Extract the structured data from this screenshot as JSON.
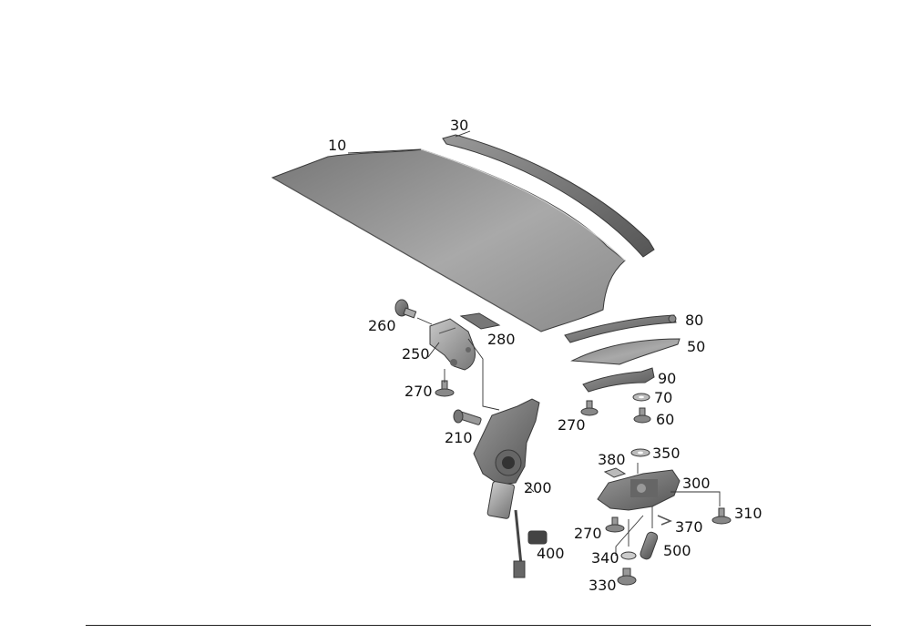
{
  "callouts": {
    "c10": "10",
    "c30": "30",
    "c80": "80",
    "c50": "50",
    "c260": "260",
    "c280": "280",
    "c250": "250",
    "c90": "90",
    "c70": "70",
    "c270a": "270",
    "c270b": "270",
    "c60": "60",
    "c210": "210",
    "c380": "380",
    "c350": "350",
    "c200": "200",
    "c300": "300",
    "c310": "310",
    "c270c": "270",
    "c370": "370",
    "c400": "400",
    "c340": "340",
    "c500": "500",
    "c330": "330"
  },
  "colors": {
    "part_dark": "#6e6e6e",
    "part_mid": "#8f8f8f",
    "part_light": "#b4b4b4",
    "line": "#222222"
  }
}
